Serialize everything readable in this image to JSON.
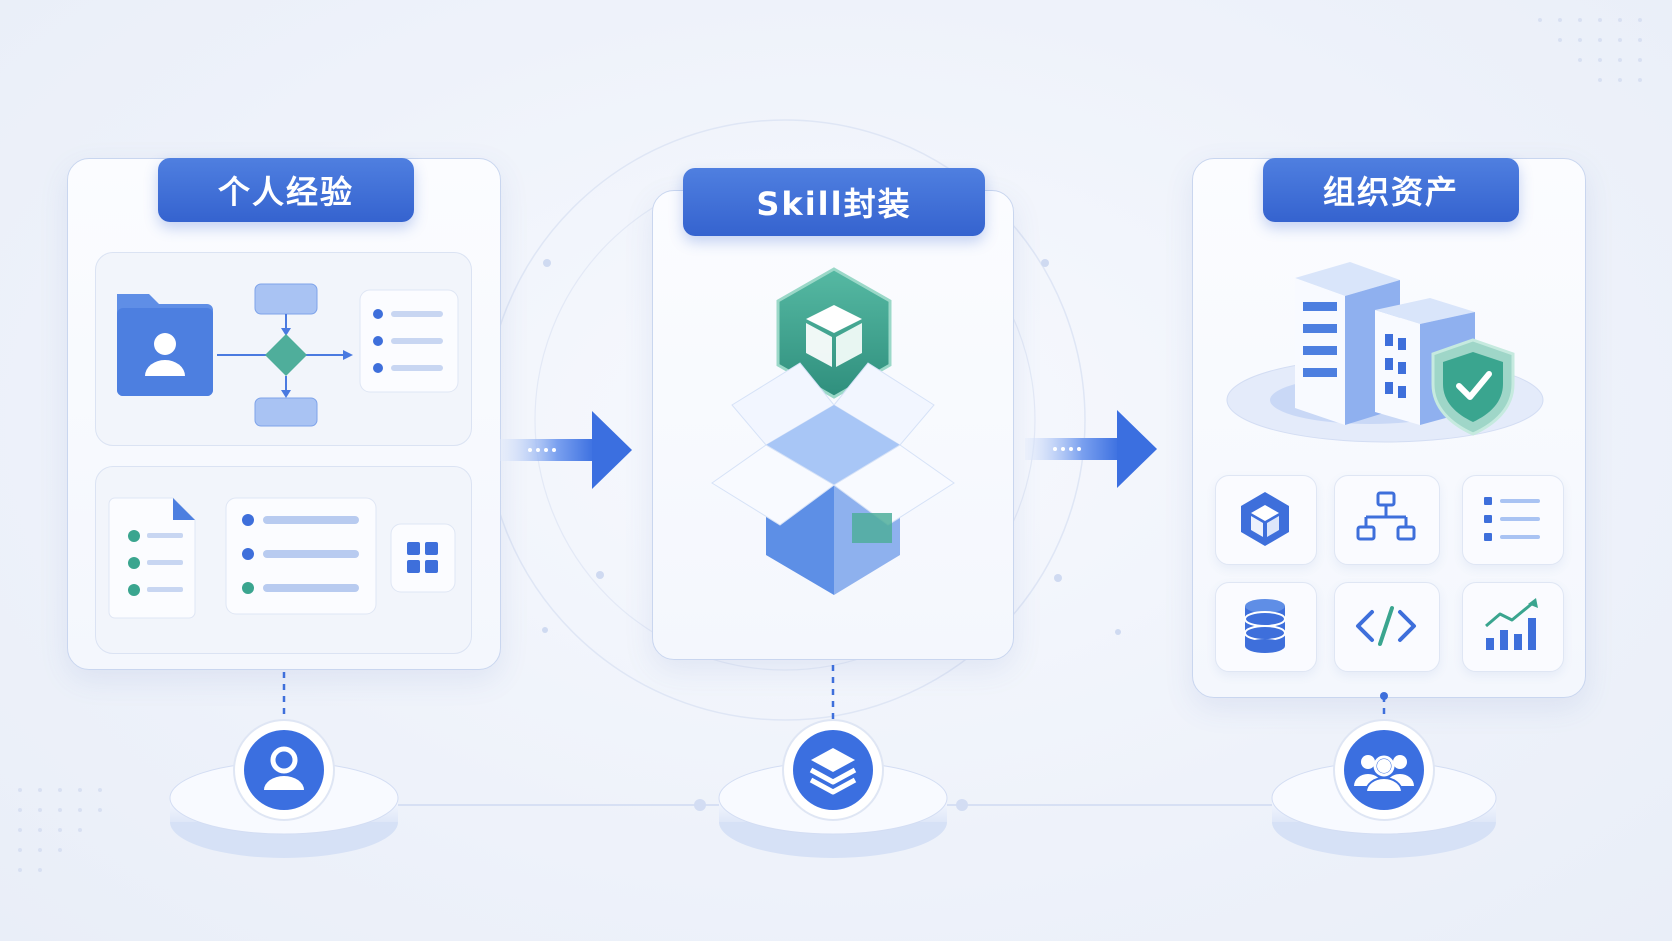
{
  "stages": [
    {
      "title": "个人经验",
      "icon": "person-icon"
    },
    {
      "title": "Skill封装",
      "icon": "layers-icon"
    },
    {
      "title": "组织资产",
      "icon": "group-icon"
    }
  ],
  "colors": {
    "accent": "#3b6fe0",
    "teal": "#3aa58f",
    "card_border": "#c9d6ef",
    "background": "#eef2fa"
  },
  "asset_icons": [
    "cube-icon",
    "hierarchy-icon",
    "list-icon",
    "database-icon",
    "code-icon",
    "chart-icon"
  ]
}
